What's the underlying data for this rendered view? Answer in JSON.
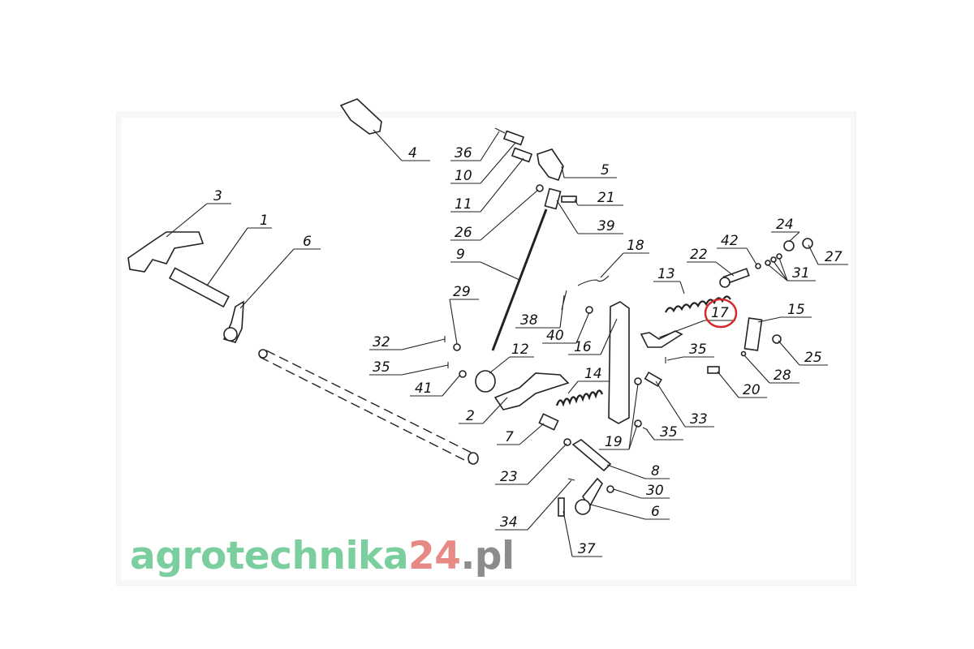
{
  "diagram": {
    "watermark": {
      "part1": "agrotechnika",
      "part2": "24",
      "part3": ".pl",
      "colors": {
        "green": "#4fbf7f",
        "red": "#e0625c",
        "gray": "#666666"
      }
    },
    "highlight_color": "#d42a2a",
    "highlighted_label": "17",
    "labels": [
      "4",
      "36",
      "10",
      "5",
      "11",
      "21",
      "26",
      "39",
      "3",
      "1",
      "6",
      "24",
      "27",
      "42",
      "22",
      "31",
      "18",
      "9",
      "13",
      "17",
      "15",
      "38",
      "40",
      "16",
      "29",
      "32",
      "12",
      "35",
      "35",
      "41",
      "14",
      "25",
      "28",
      "20",
      "2",
      "33",
      "7",
      "19",
      "35",
      "23",
      "8",
      "30",
      "34",
      "6",
      "37"
    ]
  }
}
